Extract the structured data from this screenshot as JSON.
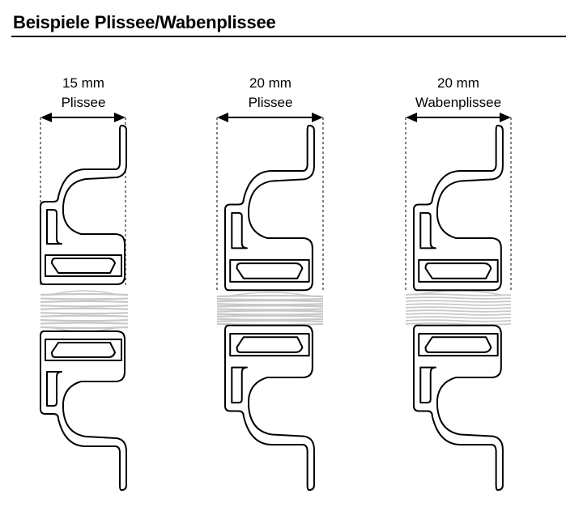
{
  "header": {
    "title": "Beispiele Plissee/Wabenplissee"
  },
  "examples": [
    {
      "size_label": "15 mm",
      "type_label": "Plissee",
      "fabric": "pleated",
      "pleat_count": 10
    },
    {
      "size_label": "20 mm",
      "type_label": "Plissee",
      "fabric": "pleated",
      "pleat_count": 12
    },
    {
      "size_label": "20 mm",
      "type_label": "Wabenplissee",
      "fabric": "honeycomb",
      "pleat_count": 10
    }
  ],
  "colors": {
    "line": "#000000",
    "fabric": "#c8c8c8",
    "profile_fill": "#ffffff"
  }
}
